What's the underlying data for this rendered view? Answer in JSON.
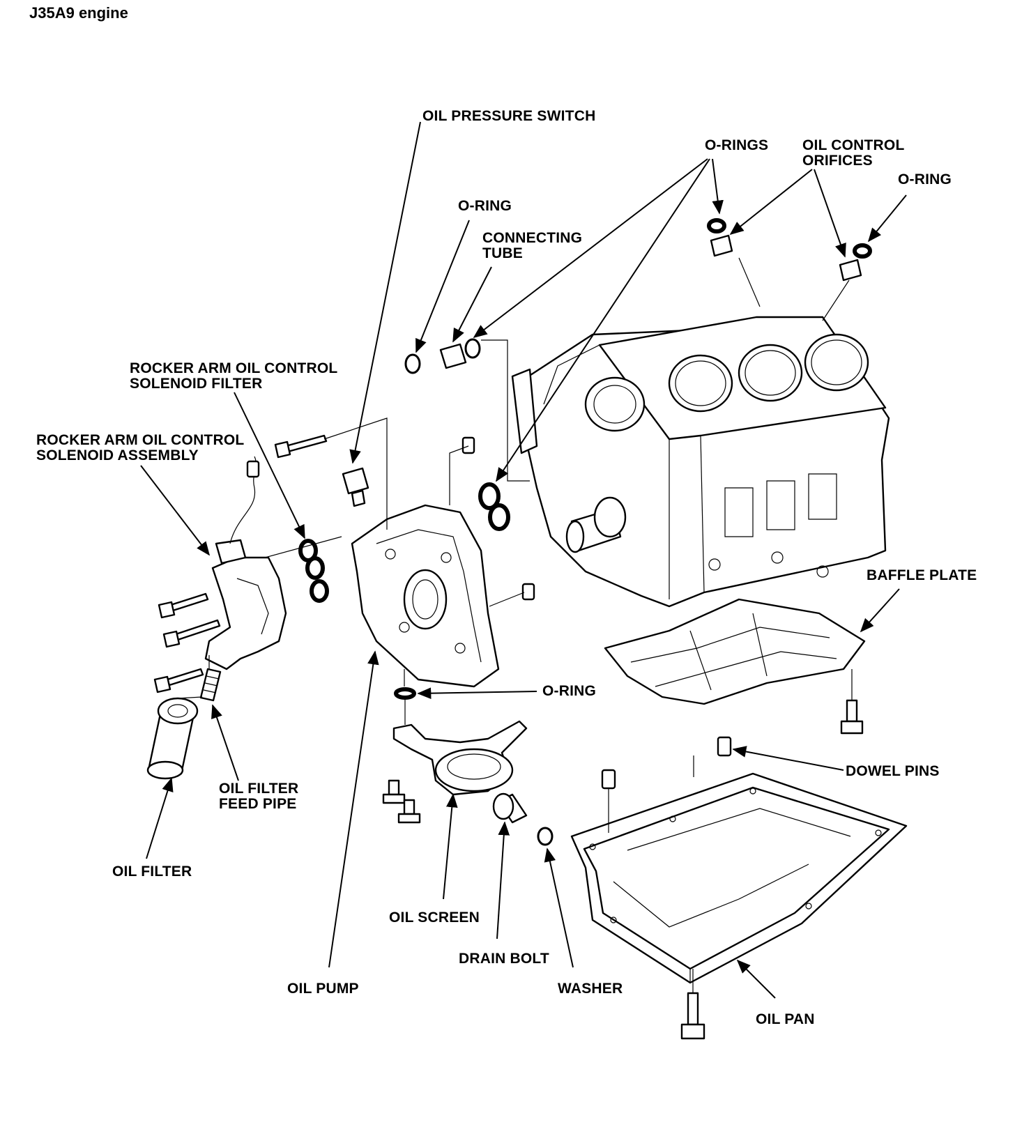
{
  "title": "J35A9 engine",
  "labels": {
    "oil_pressure_switch": "OIL PRESSURE SWITCH",
    "o_rings": "O-RINGS",
    "oil_control_orifices": "OIL CONTROL\nORIFICES",
    "o_ring_top_right": "O-RING",
    "o_ring_left": "O-RING",
    "connecting_tube": "CONNECTING\nTUBE",
    "solenoid_filter": "ROCKER ARM OIL CONTROL\nSOLENOID FILTER",
    "solenoid_assembly": "ROCKER ARM OIL CONTROL\nSOLENOID ASSEMBLY",
    "baffle_plate": "BAFFLE PLATE",
    "o_ring_lower": "O-RING",
    "dowel_pins": "DOWEL PINS",
    "oil_filter_feed_pipe": "OIL FILTER\nFEED PIPE",
    "oil_filter": "OIL FILTER",
    "oil_screen": "OIL SCREEN",
    "drain_bolt": "DRAIN BOLT",
    "washer": "WASHER",
    "oil_pump": "OIL PUMP",
    "oil_pan": "OIL PAN"
  }
}
